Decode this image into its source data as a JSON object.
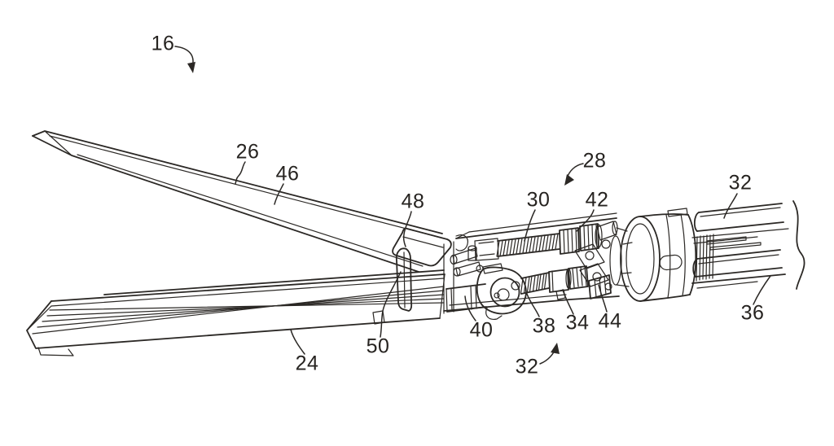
{
  "figure": {
    "kind": "patent-style line drawing",
    "colors": {
      "ink": "#2b2825",
      "background": "#ffffff"
    }
  },
  "refs": {
    "r16": "16",
    "r24": "24",
    "r26": "26",
    "r28": "28",
    "r30": "30",
    "r32_shaft": "32",
    "r32_assembly": "32",
    "r34": "34",
    "r36": "36",
    "r38": "38",
    "r40": "40",
    "r42": "42",
    "r44": "44",
    "r46": "46",
    "r48": "48",
    "r50": "50"
  }
}
